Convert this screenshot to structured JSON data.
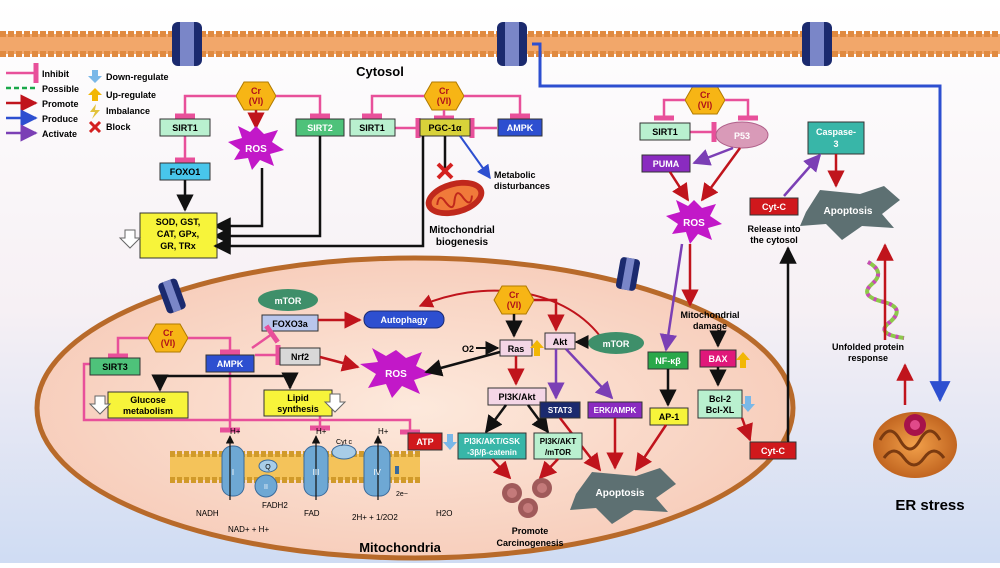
{
  "regions": {
    "cytosol": "Cytosol",
    "mitochondria": "Mitochondria",
    "er_stress": "ER stress"
  },
  "legend": [
    {
      "label": "Inhibit",
      "color": "#e8509a",
      "icon": "inhibit-bar"
    },
    {
      "label": "Possible",
      "color": "#1aa84a",
      "icon": "dashed-arrow"
    },
    {
      "label": "Promote",
      "color": "#c0141c",
      "icon": "arrow"
    },
    {
      "label": "Produce",
      "color": "#2d4fd0",
      "icon": "arrow"
    },
    {
      "label": "Activate",
      "color": "#7b3fb5",
      "icon": "arrow"
    },
    {
      "label": "Down-regulate",
      "color": "#7ab8e8",
      "icon": "down-arrow"
    },
    {
      "label": "Up-regulate",
      "color": "#f2b705",
      "icon": "up-arrow"
    },
    {
      "label": "Imbalance",
      "color": "#e2c23a",
      "icon": "lightning"
    },
    {
      "label": "Block",
      "color": "#d42020",
      "icon": "cross"
    }
  ],
  "cr": {
    "line1": "Cr",
    "line2": "(VI)"
  },
  "nodes": {
    "sirt1_a": "SIRT1",
    "ros_a": "ROS",
    "sirt2": "SIRT2",
    "foxo1": "FOXO1",
    "antiox": [
      "SOD, GST,",
      "CAT, GPx,",
      "GR, TRx"
    ],
    "sirt1_b": "SIRT1",
    "pgc1a": "PGC-1α",
    "ampk_b": "AMPK",
    "metabolic": [
      "Metabolic",
      "disturbances"
    ],
    "mito_bio": [
      "Mitochondrial",
      "biogenesis"
    ],
    "sirt1_c": "SIRT1",
    "p53": "P53",
    "puma": "PUMA",
    "ros_c": "ROS",
    "caspase3": [
      "Caspase-",
      "3"
    ],
    "cytc_top": "Cyt-C",
    "apoptosis_top": "Apoptosis",
    "release": [
      "Release into",
      "the cytosol"
    ],
    "mito_damage": [
      "Mitochondrial",
      "damage"
    ],
    "nfkb": "NF-κβ",
    "bax": "BAX",
    "bcl": [
      "Bcl-2",
      "Bcl-XL"
    ],
    "cytc_bottom": "Cyt-C",
    "ap1": "AP-1",
    "upr": [
      "Unfolded protein",
      "response"
    ],
    "mtor_a": "mTOR",
    "foxo3a": "FOXO3a",
    "autophagy": "Autophagy",
    "sirt3": "SIRT3",
    "ampk_m": "AMPK",
    "nrf2": "Nrf2",
    "ros_m": "ROS",
    "glucose": [
      "Glucose",
      "metabolism"
    ],
    "lipid": [
      "Lipid",
      "synthesis"
    ],
    "o2": "O2",
    "ras": "Ras",
    "akt": "Akt",
    "mtor_b": "mTOR",
    "pi3k": "PI3K/Akt",
    "stat3": "STAT3",
    "erk": "ERK/AMPK",
    "atp": "ATP",
    "pi3k_gsk": [
      "PI3K/AKT/GSK",
      "-3β/β-catenin"
    ],
    "pi3k_mtor": [
      "PI3K/AKT",
      "/mTOR"
    ],
    "apoptosis_mid": "Apoptosis",
    "carcino": [
      "Promote",
      "Carcinogenesis"
    ]
  },
  "etc": {
    "complexes": [
      "I",
      "Q",
      "II",
      "III",
      "Cyt c",
      "IV"
    ],
    "hplus": "H+",
    "nadh": "NADH",
    "nad": "NAD+ + H+",
    "fadh2": "FADH2",
    "fad": "FAD",
    "e_minus": "2e−",
    "water_in": "2H+ + 1/2O2",
    "water_out": "H2O"
  }
}
